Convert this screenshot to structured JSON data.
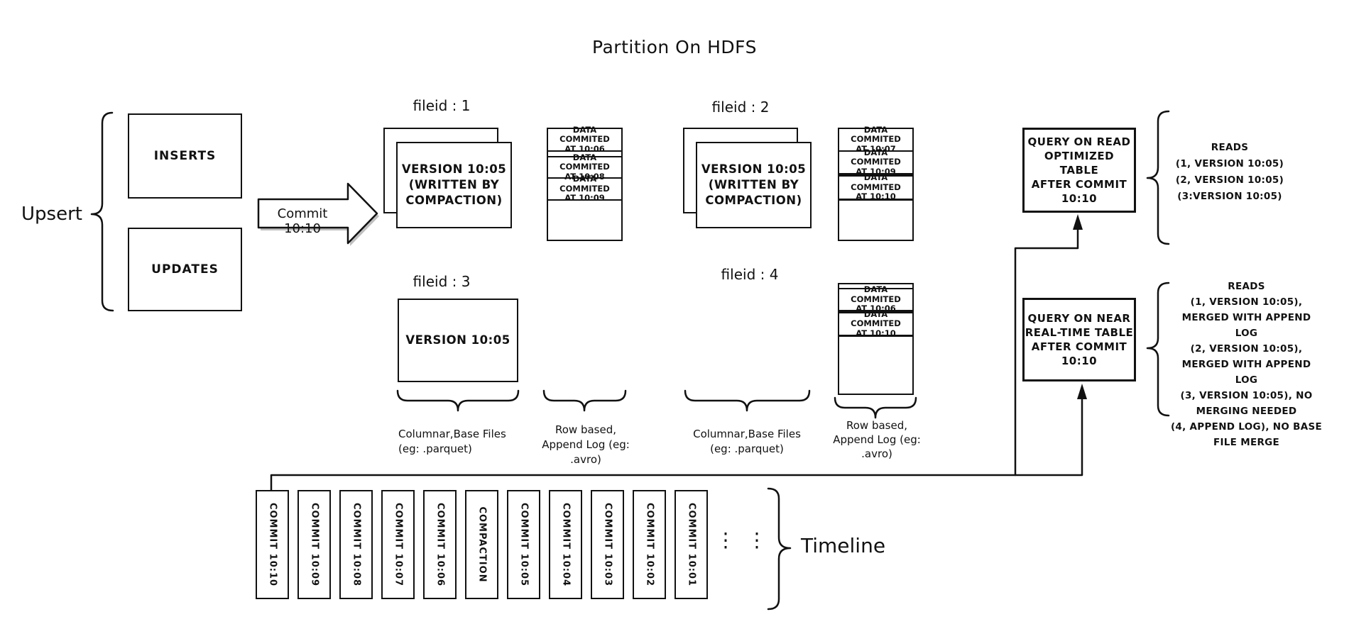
{
  "title": "Partition On HDFS",
  "colors": {
    "ink": "#111111",
    "background": "#ffffff",
    "shadow": "#8a8a8a"
  },
  "upsert": {
    "label": "Upsert",
    "inserts": "INSERTS",
    "updates": "UPDATES"
  },
  "commit_arrow_label": "Commit 10:10",
  "file_groups": [
    {
      "label": "fileid : 1",
      "base": "VERSION 10:05\n(WRITTEN BY\nCOMPACTION)",
      "log": [
        "DATA COMMITED\nAT 10:06",
        "DATA COMMITED\nAT 10:08",
        "DATA COMMITED\nAT 10:09"
      ]
    },
    {
      "label": "fileid : 2",
      "base": "VERSION 10:05\n(WRITTEN BY\nCOMPACTION)",
      "log": [
        "DATA COMMITED\nAT 10:07",
        "DATA COMMITED\nAT 10:09",
        "DATA COMMITED\nAT 10:10"
      ]
    },
    {
      "label": "fileid : 3",
      "base": "VERSION 10:05",
      "log": []
    },
    {
      "label": "fileid : 4",
      "log": [
        "DATA COMMITED\nAT 10:06",
        "DATA COMMITED\nAT 10:10"
      ]
    }
  ],
  "brace_labels": {
    "columnar_1": "Columnar,Base Files\n(eg: .parquet)",
    "row_1": "Row based,\nAppend Log (eg:\n.avro)",
    "columnar_2": "Columnar,Base Files\n(eg: .parquet)",
    "row_2": "Row based,\nAppend Log (eg:\n.avro)"
  },
  "queries": [
    {
      "box": "QUERY ON READ\nOPTIMIZED TABLE\nAFTER COMMIT\n10:10",
      "reads": "READS\n(1, VERSION 10:05)\n(2, VERSION 10:05)\n(3:VERSION 10:05)"
    },
    {
      "box": "QUERY ON NEAR\nREAL-TIME TABLE\nAFTER COMMIT\n10:10",
      "reads": "READS\n(1, VERSION 10:05),\nMERGED WITH APPEND LOG\n(2, VERSION 10:05),\nMERGED WITH APPEND LOG\n(3, VERSION 10:05), NO\nMERGING NEEDED\n(4, APPEND LOG), NO BASE\nFILE MERGE"
    }
  ],
  "timeline": {
    "label": "Timeline",
    "ellipsis": "⋮",
    "entries": [
      "COMMIT 10:10",
      "COMMIT 10:09",
      "COMMIT 10:08",
      "COMMIT 10:07",
      "COMMIT 10:06",
      "COMPACTION",
      "COMMIT 10:05",
      "COMMIT 10:04",
      "COMMIT 10:03",
      "COMMIT 10:02",
      "COMMIT 10:01"
    ]
  }
}
